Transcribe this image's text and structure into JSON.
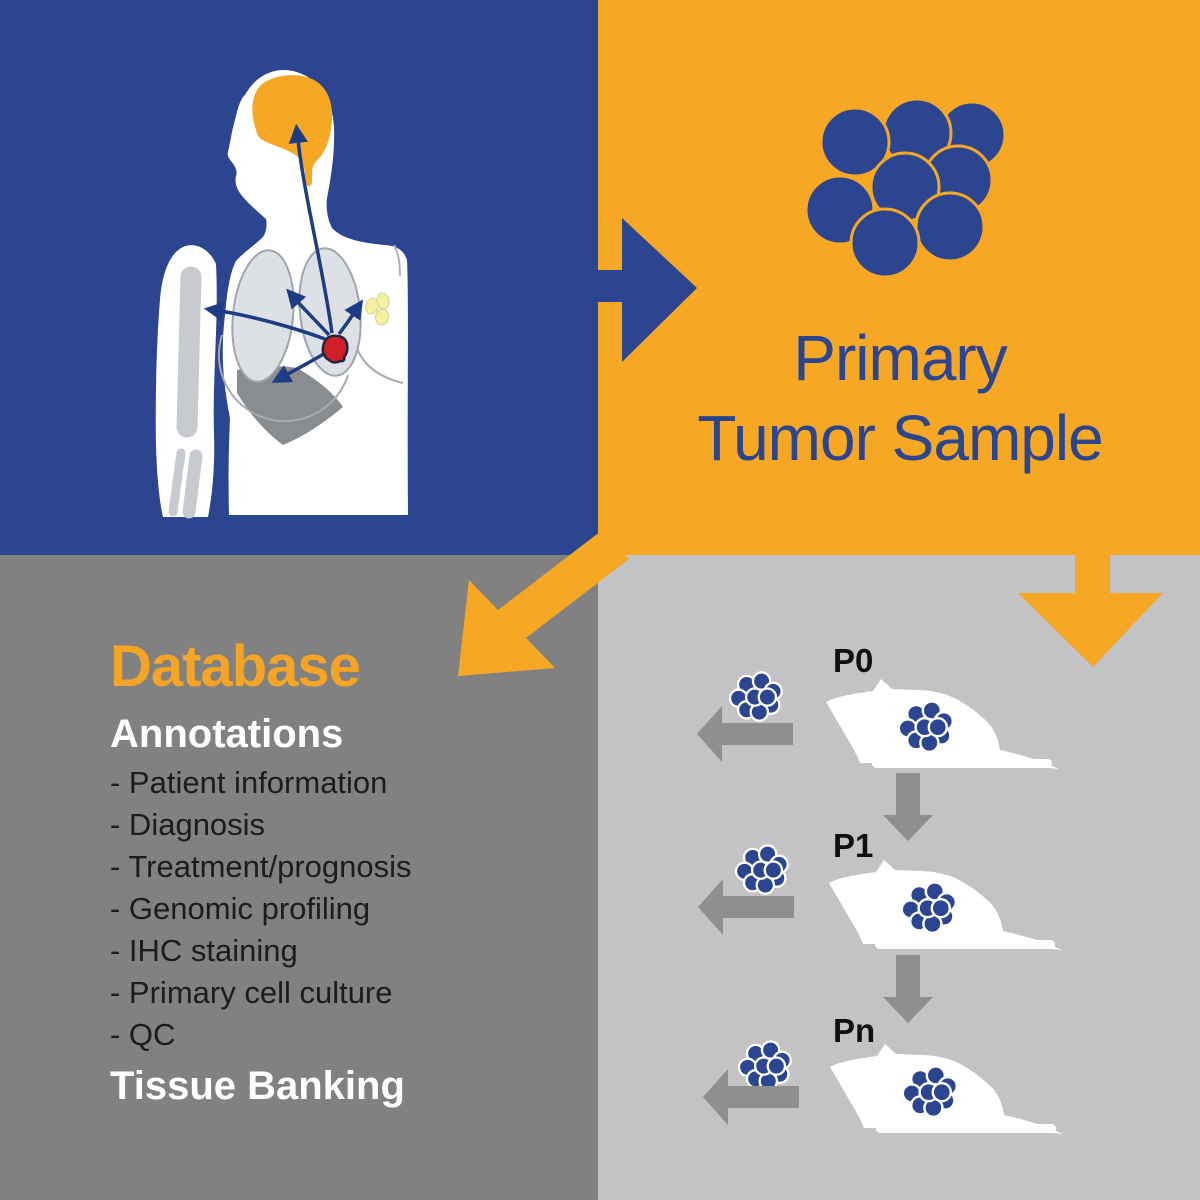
{
  "palette": {
    "panel_blue": "#2B4590",
    "panel_orange": "#F6A723",
    "panel_gray_dark": "#818181",
    "panel_gray_light": "#C3C3C5",
    "flow_arrow_blue": "#2B4590",
    "flow_arrow_orange": "#F6A723",
    "passage_arrow_gray": "#8F8F8F",
    "metastasis_arrow_blue": "#1E3C84",
    "tumor_cell_blue": "#2B4590",
    "tumor_red": "#CE2029",
    "lymph_node_yellow": "#F6F0A4",
    "liver_gray": "#8A8D90",
    "lung_gray": "#DDE0E4",
    "bone_gray": "#C7CACF",
    "body_white": "#FFFFFF",
    "text_dark": "#1C1C1C"
  },
  "patient_panel": {
    "icon": "patient-metastasis-illustration"
  },
  "sample_panel": {
    "title_line1": "Primary",
    "title_line2": "Tumor Sample",
    "icon": "primary-tumor-cells-icon"
  },
  "database_panel": {
    "title": "Database",
    "subtitle": "Annotations",
    "items": [
      "- Patient information",
      "- Diagnosis",
      "- Treatment/prognosis",
      "- Genomic profiling",
      "- IHC staining",
      "- Primary cell culture",
      "- QC"
    ],
    "footer": "Tissue Banking"
  },
  "passaging_panel": {
    "mice": [
      {
        "label": "P0"
      },
      {
        "label": "P1"
      },
      {
        "label": "Pn"
      }
    ]
  }
}
